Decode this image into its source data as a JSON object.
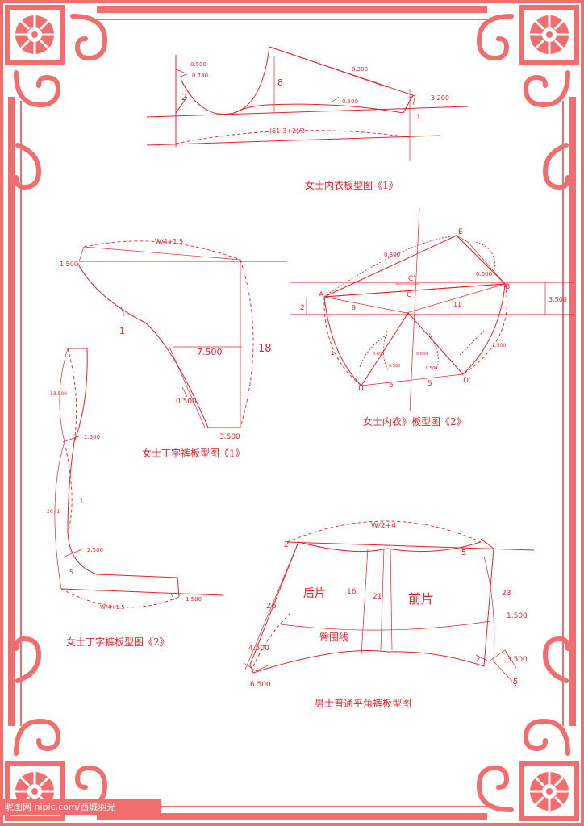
{
  "colors": {
    "frame": "#f26e6e",
    "pattern_lines": "#e8212b",
    "background": "#ffffff"
  },
  "frame": {
    "corner_icon": "rosette-icon",
    "scroll_icon": "scroll-ornament-icon"
  },
  "bra1": {
    "caption": "女士内衣板型图《1》",
    "labels": {
      "a": "0.500",
      "b": "0.780",
      "c": "2",
      "d": "8",
      "e": "0.300",
      "f": "0.500",
      "g": "3.200",
      "h": "1",
      "formula": "(61-3+2)/2"
    }
  },
  "bra2": {
    "caption": "女士内衣》板型图《2》",
    "labels": {
      "E": "E",
      "A": "A",
      "B": "B",
      "C": "C",
      "Cp": "C'",
      "D": "D",
      "Dp": "D'",
      "n0800": "0.800",
      "n0600": "0.600",
      "n9": "9",
      "n11": "11",
      "n2": "2",
      "n3500": "3.500",
      "n1500": "1.500",
      "n1": "1",
      "n5a": "5",
      "n5b": "5",
      "s1": "0.600",
      "s2": "0.500",
      "s3": "0.600",
      "s4": "0.500"
    }
  },
  "thong1": {
    "caption": "女士丁字裤板型图《1》",
    "labels": {
      "top": "W/4+1.5",
      "left": "1.500",
      "one": "1",
      "mid": "7.500",
      "side": "18",
      "low": "0.500",
      "bottom": "3.500"
    }
  },
  "thong2": {
    "caption": "女士丁字裤板型图《2》",
    "labels": {
      "top": "13.500",
      "a": "1.500",
      "one": "1",
      "side": "20+1",
      "b": "2.500",
      "five": "5",
      "bottom": "W/4+1.5",
      "c": "1.500"
    }
  },
  "boxer": {
    "caption": "男士普通平角裤板型图",
    "labels": {
      "top": "W/2+4",
      "two": "2",
      "five_top": "5",
      "back": "后片",
      "front": "前片",
      "n16": "16",
      "n21": "21",
      "n26": "26",
      "n23": "23",
      "hip": "臀围线",
      "n1500": "1.500",
      "n4500": "4.500",
      "n6500": "6.500",
      "n3500": "3.500",
      "n2": "2",
      "n5": "5"
    }
  },
  "watermark": "昵图网 nipic.com/西城羽光"
}
